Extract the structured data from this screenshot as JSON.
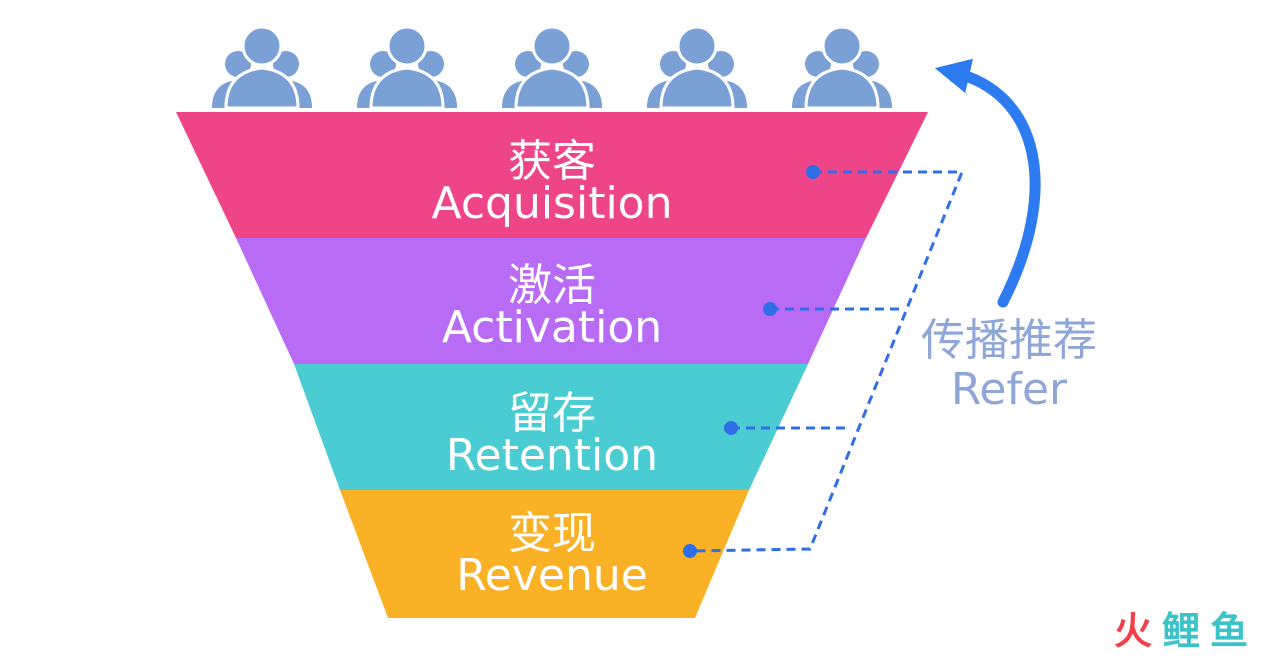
{
  "colors": {
    "people": "#7aa0d6",
    "connector": "#2f6ee6",
    "arrow": "#2d7bf0",
    "refer_text": "#8fa6d8",
    "label_text": "#ffffff"
  },
  "people_icon": "user-group-icon",
  "people_count": 5,
  "stages": [
    {
      "zh": "获客",
      "en": "Acquisition",
      "color": "#ee4488"
    },
    {
      "zh": "激活",
      "en": "Activation",
      "color": "#b86cf6"
    },
    {
      "zh": "留存",
      "en": "Retention",
      "color": "#4bccd2"
    },
    {
      "zh": "变现",
      "en": "Revenue",
      "color": "#fbb126"
    }
  ],
  "refer": {
    "zh": "传播推荐",
    "en": "Refer"
  },
  "watermark": {
    "text": "火鲤鱼",
    "char1": "火",
    "char2": "鲤",
    "char3": "鱼",
    "colors": [
      "#f0424a",
      "#3cc3c8",
      "#3cc3c8"
    ]
  }
}
